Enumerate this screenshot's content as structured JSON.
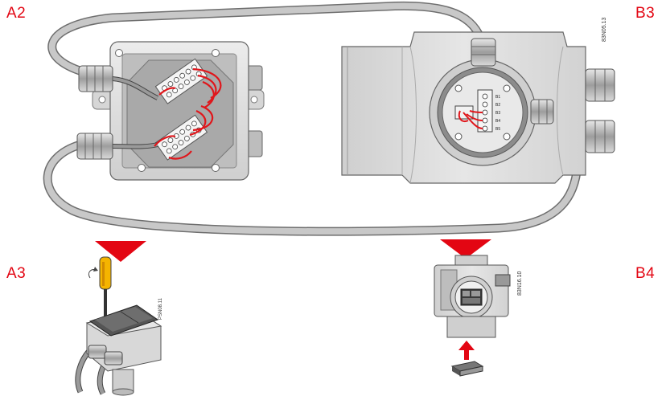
{
  "labels": {
    "a2": "A2",
    "b3": "B3",
    "a3": "A3",
    "b4": "B4"
  },
  "codes": {
    "b3_drawing": "83N05.13",
    "b4_drawing": "83N16.10",
    "a3_drawing": "PSN08.11"
  },
  "terminal_labels": [
    "B1",
    "B2",
    "B3",
    "B4",
    "B5"
  ],
  "colors": {
    "accent_red": "#e30613",
    "cable_gray": "#9a9a9a",
    "housing_gray": "#dcdcdc",
    "housing_dark": "#8a8a8a",
    "wire_red": "#e0161b",
    "screwdriver_yellow": "#f5b400"
  }
}
